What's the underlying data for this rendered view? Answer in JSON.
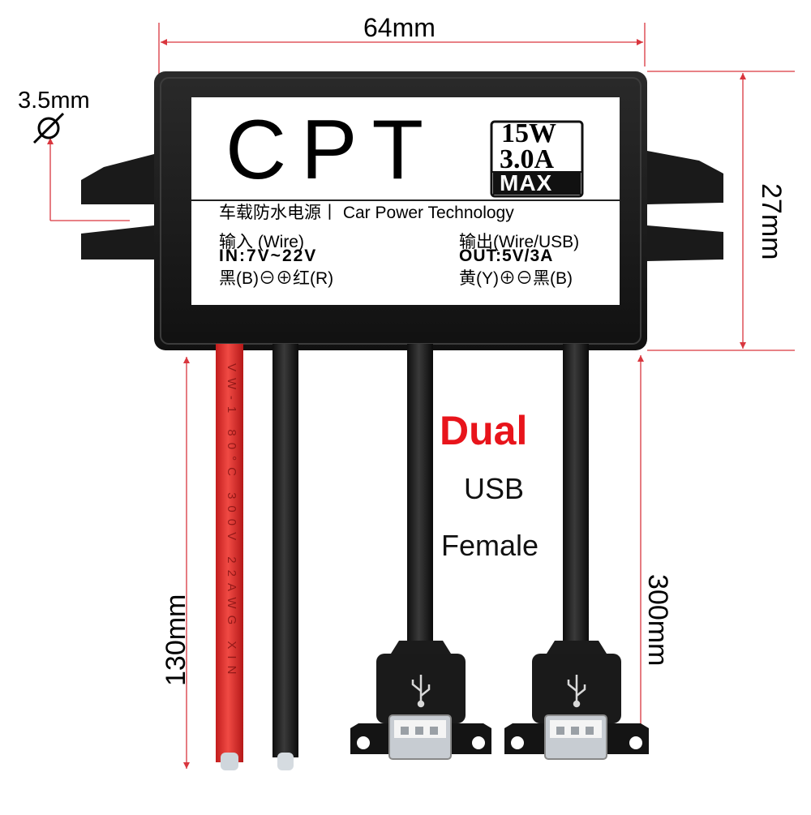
{
  "dimensions": {
    "width": "64mm",
    "hole_diameter": "3.5mm",
    "height": "27mm",
    "wire_length": "130mm",
    "usb_cable_length": "300mm"
  },
  "label": {
    "brand": "CPT",
    "rating_power": "15W",
    "rating_current": "3.0A",
    "rating_max": "MAX",
    "subtitle": "车载防水电源丨 Car Power Technology",
    "input_title": "输入   (Wire)",
    "input_range": "IN:7V~22V",
    "input_polarity": "黑(B)⊖⊕红(R)",
    "output_title": "输出(Wire/USB)",
    "output_range": "OUT:5V/3A",
    "output_polarity": "黄(Y)⊕⊖黑(B)"
  },
  "wire_marking": "VW-1 80°C 300V 22AWG XIN",
  "callout": {
    "line1": "Dual",
    "line2": "USB",
    "line3": "Female"
  },
  "colors": {
    "dimension_line": "#d9363e",
    "callout_red": "#e8141b",
    "housing": "#1c1c1c",
    "red_wire": "#e52a2a"
  },
  "icons": [
    "diameter-symbol-icon",
    "usb-trident-icon"
  ]
}
